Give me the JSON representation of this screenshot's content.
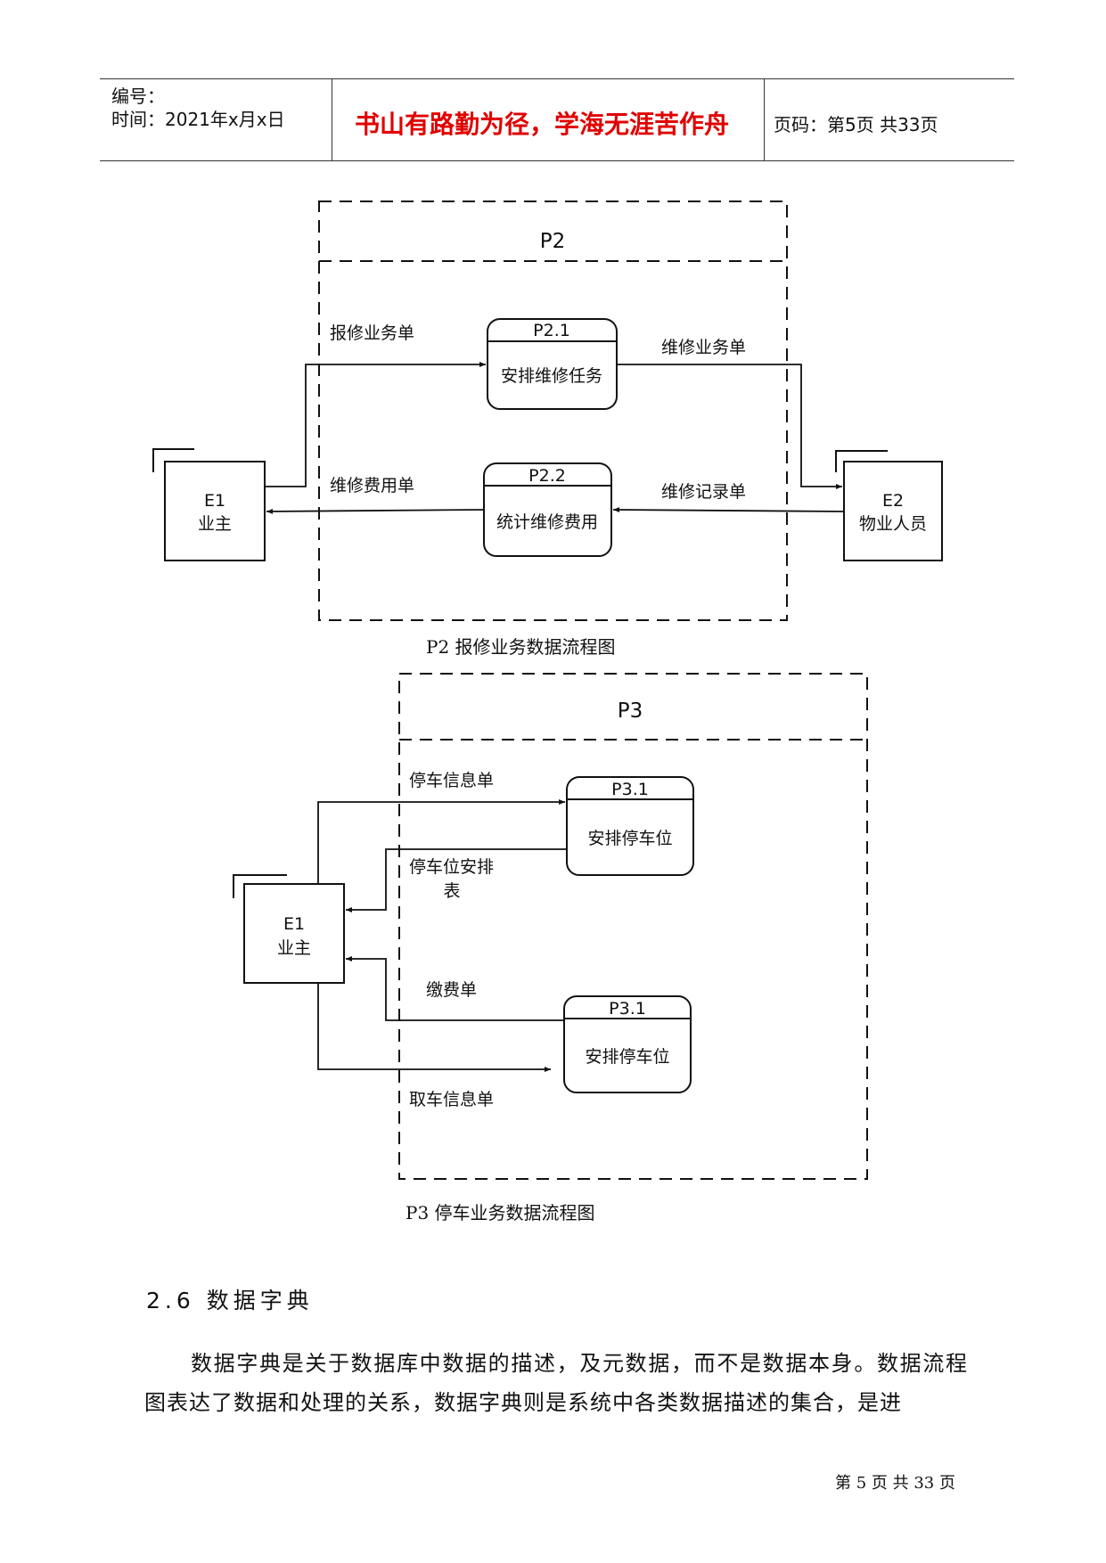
{
  "header": {
    "number_label": "编号：",
    "date_text": "时间：2021年x月x日",
    "motto": "书山有路勤为径，学海无涯苦作舟",
    "page_text": "页码：第5页 共33页"
  },
  "diagram_p2": {
    "title": "P2",
    "process_1_id": "P2.1",
    "process_1_name": "安排维修任务",
    "process_2_id": "P2.2",
    "process_2_name": "统计维修费用",
    "entity_1_id": "E1",
    "entity_1_name": "业主",
    "entity_2_id": "E2",
    "entity_2_name": "物业人员",
    "flow_1": "报修业务单",
    "flow_2": "维修业务单",
    "flow_3": "维修费用单",
    "flow_4": "维修记录单",
    "caption": "P2 报修业务数据流程图"
  },
  "diagram_p3": {
    "title": "P3",
    "process_1_id": "P3.1",
    "process_1_name": "安排停车位",
    "process_2_id": "P3.1",
    "process_2_name": "安排停车位",
    "entity_id": "E1",
    "entity_name": "业主",
    "flow_1": "停车信息单",
    "flow_2_line1": "停车位安排",
    "flow_2_line2": "表",
    "flow_3": "缴费单",
    "flow_4": "取车信息单",
    "caption": "P3 停车业务数据流程图"
  },
  "section": {
    "heading": "2.6 数据字典",
    "paragraph": "数据字典是关于数据库中数据的描述，及元数据，而不是数据本身。数据流程图表达了数据和处理的关系，数据字典则是系统中各类数据描述的集合，是进"
  },
  "footer": {
    "text": "第 5 页 共 33 页"
  }
}
